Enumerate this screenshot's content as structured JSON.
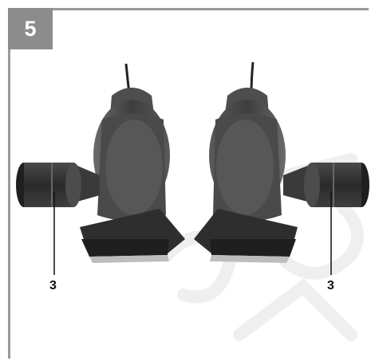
{
  "figure": {
    "number": "5"
  },
  "callouts": {
    "left": "3",
    "right": "3"
  },
  "colors": {
    "badge": "#8c8c8c",
    "frame": "#9a9a9a",
    "tool_body": "#555555",
    "base": "#3a3a3a",
    "watermark": "#eeeeee"
  },
  "icons": {
    "left_tool": "detail-sander-icon",
    "right_tool": "detail-sander-icon"
  }
}
